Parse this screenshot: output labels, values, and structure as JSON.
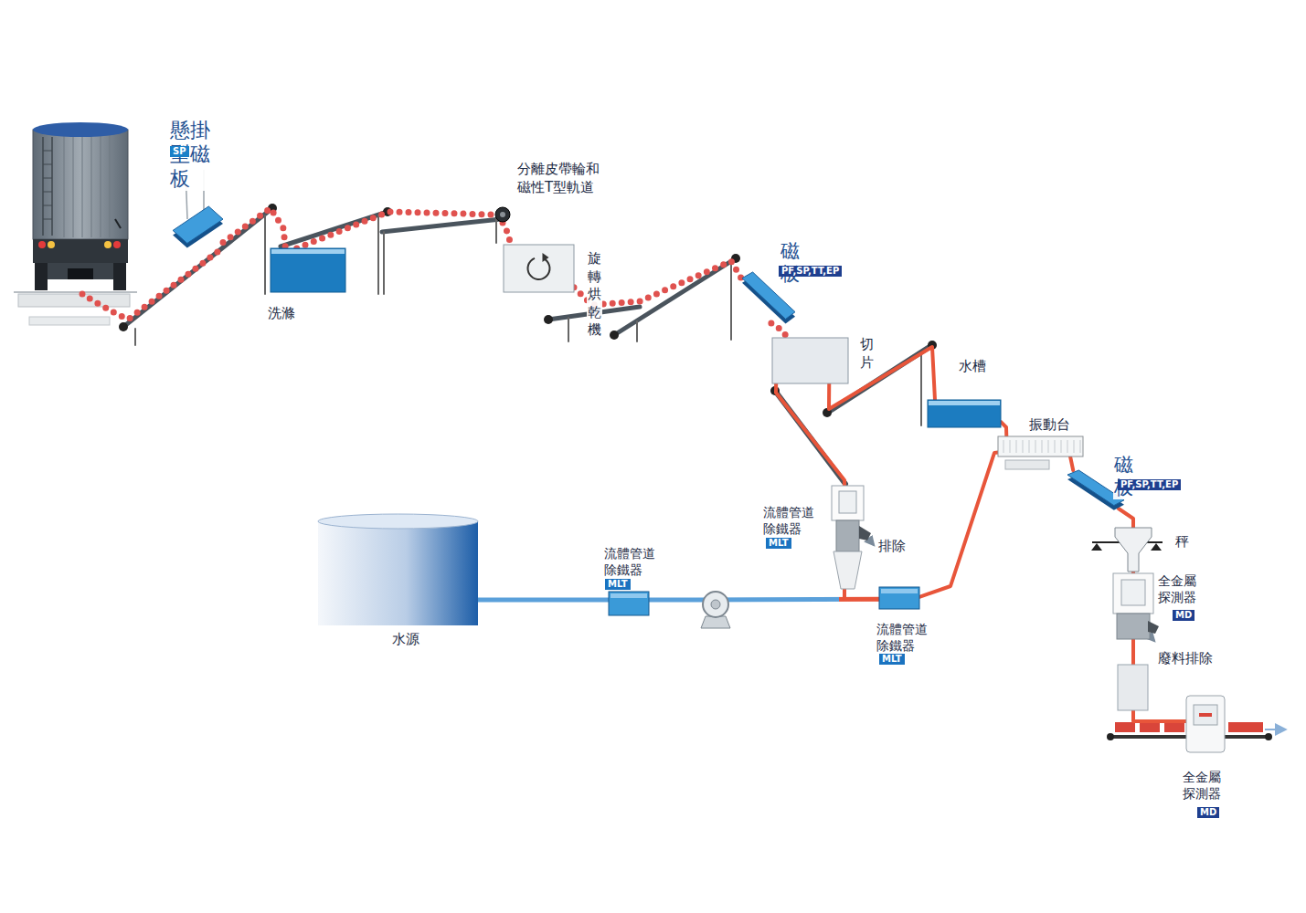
{
  "diagram": {
    "nodes": [
      {
        "text": [
          "懸掛型磁板",
          "SP"
        ]
      },
      {
        "text": [
          "洗滌"
        ]
      },
      {
        "text": [
          "分離皮帶輪和 磁性T型軌道"
        ]
      },
      {
        "text": [
          "旋轉烘乾機"
        ]
      },
      {
        "text": [
          "磁板",
          "PF,SP,TT,EP"
        ]
      },
      {
        "text": [
          "切片"
        ]
      },
      {
        "text": [
          "水槽"
        ]
      },
      {
        "text": [
          "振動台"
        ]
      },
      {
        "text": [
          "磁板",
          "PF,SP,TT,EP"
        ]
      },
      {
        "text": [
          "流體管道 除鐵器",
          "MLT"
        ]
      },
      {
        "text": [
          "水源"
        ]
      },
      {
        "text": [
          "流體管道 除鐵器",
          "MLT"
        ]
      },
      {
        "text": [
          "流體管道 除鐵器",
          "MLT"
        ]
      },
      {
        "text": [
          "秤"
        ]
      },
      {
        "text": [
          "全金屬 探測器",
          "MD"
        ]
      },
      {
        "text": [
          "全金屬 探測器",
          "MD"
        ]
      }
    ],
    "edges": [
      {
        "from": 0,
        "to": 1,
        "arrow": "none"
      },
      {
        "from": 1,
        "to": 2,
        "arrow": "none"
      },
      {
        "from": 2,
        "to": 3,
        "arrow": "none"
      },
      {
        "from": 3,
        "to": 4,
        "arrow": "none"
      },
      {
        "from": 4,
        "to": 5,
        "arrow": "none"
      },
      {
        "from": 5,
        "to": 9,
        "arrow": "none"
      },
      {
        "from": 5,
        "to": 6,
        "arrow": "none"
      },
      {
        "from": 6,
        "to": 7,
        "arrow": "none"
      },
      {
        "from": 7,
        "to": 8,
        "arrow": "none"
      },
      {
        "from": 8,
        "to": 13,
        "arrow": "none"
      },
      {
        "from": 13,
        "to": 14,
        "arrow": "none"
      },
      {
        "from": 14,
        "to": 15,
        "arrow": "none"
      },
      {
        "from": 10,
        "to": 11,
        "arrow": "none"
      },
      {
        "from": 11,
        "to": 12,
        "arrow": "none"
      },
      {
        "from": 9,
        "to": 12,
        "arrow": "none"
      },
      {
        "from": 12,
        "to": 7,
        "arrow": "none"
      }
    ],
    "labels": [
      "排除",
      "廢料排除"
    ]
  }
}
